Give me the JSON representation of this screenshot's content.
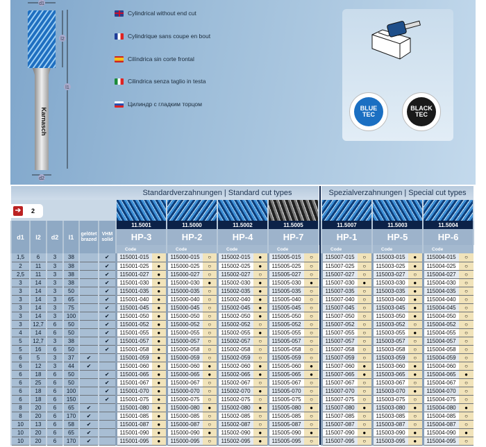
{
  "product": {
    "brand": "Karnasch",
    "dim_labels": {
      "d1": "d1",
      "l2": "l2",
      "l1": "l1",
      "d2": "d2"
    }
  },
  "descriptions": [
    {
      "lang": "en",
      "flag": "uk-flag-icon",
      "text": "Cylindrical without end cut"
    },
    {
      "lang": "fr",
      "flag": "france-flag-icon",
      "text": "Cylindrique sans coupe en bout"
    },
    {
      "lang": "es",
      "flag": "spain-flag-icon",
      "text": "Cilíndrica sin corte frontal"
    },
    {
      "lang": "it",
      "flag": "italy-flag-icon",
      "text": "Cilindrica senza taglio in testa"
    },
    {
      "lang": "ru",
      "flag": "russia-flag-icon",
      "text": "Цилиндр с гладким торцом"
    }
  ],
  "seals": [
    {
      "line1": "BLUE",
      "line2": "TEC",
      "color": "#1b6fc2"
    },
    {
      "line1": "BLACK",
      "line2": "TEC",
      "color": "#1a1a1a"
    }
  ],
  "table": {
    "page_badge": "2",
    "groups": [
      {
        "title": "Standardverzahnungen | Standard cut types"
      },
      {
        "title": "Spezialverzahnungen | Special cut types"
      }
    ],
    "headers": {
      "d1": "d1",
      "l2": "l2",
      "d2": "d2",
      "l1": "l1",
      "brazed": "gelötet brazed",
      "solid": "VHM solid",
      "code": "Code"
    },
    "columns": [
      {
        "article": "11.5001",
        "type": "HP-3"
      },
      {
        "article": "11.5000",
        "type": "HP-2"
      },
      {
        "article": "11.5002",
        "type": "HP-4"
      },
      {
        "article": "11.5005",
        "type": "HP-7"
      },
      {
        "article": "11.5007",
        "type": "HP-1"
      },
      {
        "article": "11.5003",
        "type": "HP-5"
      },
      {
        "article": "11.5004",
        "type": "HP-6"
      }
    ],
    "check": "✔",
    "dot_filled": "●",
    "dot_empty": "○",
    "rows": [
      {
        "d1": "1,5",
        "l2": "6",
        "d2": "3",
        "l1": "38",
        "brazed": false,
        "solid": true,
        "codes": [
          "115001-015",
          "115000-015",
          "115002-015",
          "115005-015",
          "115007-015",
          "115003-015",
          "115004-015"
        ],
        "stock": [
          1,
          0,
          1,
          0,
          0,
          1,
          0
        ]
      },
      {
        "d1": "2",
        "l2": "11",
        "d2": "3",
        "l1": "38",
        "brazed": false,
        "solid": true,
        "codes": [
          "115001-025",
          "115000-025",
          "115002-025",
          "115005-025",
          "115007-025",
          "115003-025",
          "115004-025"
        ],
        "stock": [
          1,
          0,
          1,
          0,
          0,
          1,
          0
        ]
      },
      {
        "d1": "2,5",
        "l2": "11",
        "d2": "3",
        "l1": "38",
        "brazed": false,
        "solid": true,
        "codes": [
          "115001-027",
          "115000-027",
          "115002-027",
          "115005-027",
          "115007-027",
          "115003-027",
          "115004-027"
        ],
        "stock": [
          1,
          0,
          0,
          0,
          0,
          0,
          0
        ]
      },
      {
        "d1": "3",
        "l2": "14",
        "d2": "3",
        "l1": "38",
        "brazed": false,
        "solid": true,
        "codes": [
          "115001-030",
          "115000-030",
          "115002-030",
          "115005-030",
          "115007-030",
          "115003-030",
          "115004-030"
        ],
        "stock": [
          1,
          1,
          1,
          1,
          1,
          1,
          0
        ]
      },
      {
        "d1": "3",
        "l2": "14",
        "d2": "3",
        "l1": "50",
        "brazed": false,
        "solid": true,
        "codes": [
          "115001-035",
          "115000-035",
          "115002-035",
          "115005-035",
          "115007-035",
          "115003-035",
          "115004-035"
        ],
        "stock": [
          1,
          0,
          1,
          0,
          0,
          1,
          0
        ]
      },
      {
        "d1": "3",
        "l2": "14",
        "d2": "3",
        "l1": "65",
        "brazed": false,
        "solid": true,
        "codes": [
          "115001-040",
          "115000-040",
          "115002-040",
          "115005-040",
          "115007-040",
          "115003-040",
          "115004-040"
        ],
        "stock": [
          1,
          0,
          1,
          0,
          0,
          1,
          0
        ]
      },
      {
        "d1": "3",
        "l2": "14",
        "d2": "3",
        "l1": "75",
        "brazed": false,
        "solid": true,
        "codes": [
          "115001-045",
          "115000-045",
          "115002-045",
          "115005-045",
          "115007-045",
          "115003-045",
          "115004-045"
        ],
        "stock": [
          1,
          0,
          1,
          0,
          0,
          1,
          0
        ]
      },
      {
        "d1": "3",
        "l2": "14",
        "d2": "3",
        "l1": "100",
        "brazed": false,
        "solid": true,
        "codes": [
          "115001-050",
          "115000-050",
          "115002-050",
          "115005-050",
          "115007-050",
          "115003-050",
          "115004-050"
        ],
        "stock": [
          1,
          0,
          1,
          0,
          0,
          1,
          0
        ]
      },
      {
        "d1": "3",
        "l2": "12,7",
        "d2": "6",
        "l1": "50",
        "brazed": false,
        "solid": true,
        "codes": [
          "115001-052",
          "115000-052",
          "115002-052",
          "115005-052",
          "115007-052",
          "115003-052",
          "115004-052"
        ],
        "stock": [
          1,
          0,
          0,
          0,
          0,
          0,
          0
        ]
      },
      {
        "d1": "4",
        "l2": "14",
        "d2": "6",
        "l1": "50",
        "brazed": false,
        "solid": true,
        "codes": [
          "115001-055",
          "115000-055",
          "115002-055",
          "115005-055",
          "115007-055",
          "115003-055",
          "115004-055"
        ],
        "stock": [
          1,
          0,
          1,
          0,
          0,
          1,
          0
        ]
      },
      {
        "d1": "5",
        "l2": "12,7",
        "d2": "3",
        "l1": "38",
        "brazed": false,
        "solid": true,
        "codes": [
          "115001-057",
          "115000-057",
          "115002-057",
          "115005-057",
          "115007-057",
          "115003-057",
          "115004-057"
        ],
        "stock": [
          1,
          0,
          0,
          0,
          0,
          0,
          0
        ]
      },
      {
        "d1": "5",
        "l2": "16",
        "d2": "6",
        "l1": "50",
        "brazed": false,
        "solid": true,
        "codes": [
          "115001-058",
          "115000-058",
          "115002-058",
          "115005-058",
          "115007-058",
          "115003-058",
          "115004-058"
        ],
        "stock": [
          1,
          0,
          0,
          0,
          0,
          0,
          0
        ]
      },
      {
        "d1": "6",
        "l2": "5",
        "d2": "3",
        "l1": "37",
        "brazed": true,
        "solid": false,
        "codes": [
          "115001-059",
          "115000-059",
          "115002-059",
          "115005-059",
          "115007-059",
          "115003-059",
          "115004-059"
        ],
        "stock": [
          1,
          0,
          0,
          0,
          0,
          0,
          0
        ]
      },
      {
        "d1": "6",
        "l2": "12",
        "d2": "3",
        "l1": "44",
        "brazed": true,
        "solid": false,
        "codes": [
          "115001-060",
          "115000-060",
          "115002-060",
          "115005-060",
          "115007-060",
          "115003-060",
          "115004-060"
        ],
        "stock": [
          1,
          1,
          1,
          1,
          1,
          1,
          0
        ]
      },
      {
        "d1": "6",
        "l2": "18",
        "d2": "6",
        "l1": "50",
        "brazed": false,
        "solid": true,
        "codes": [
          "115001-065",
          "115000-065",
          "115002-065",
          "115005-065",
          "115007-065",
          "115003-065",
          "115004-065"
        ],
        "stock": [
          1,
          1,
          1,
          1,
          1,
          1,
          1
        ]
      },
      {
        "d1": "6",
        "l2": "25",
        "d2": "6",
        "l1": "50",
        "brazed": false,
        "solid": true,
        "codes": [
          "115001-067",
          "115000-067",
          "115002-067",
          "115005-067",
          "115007-067",
          "115003-067",
          "115004-067"
        ],
        "stock": [
          1,
          0,
          0,
          0,
          0,
          0,
          0
        ]
      },
      {
        "d1": "6",
        "l2": "18",
        "d2": "6",
        "l1": "100",
        "brazed": false,
        "solid": true,
        "codes": [
          "115001-070",
          "115000-070",
          "115002-070",
          "115005-070",
          "115007-070",
          "115003-070",
          "115004-070"
        ],
        "stock": [
          1,
          0,
          1,
          0,
          0,
          1,
          0
        ]
      },
      {
        "d1": "6",
        "l2": "18",
        "d2": "6",
        "l1": "150",
        "brazed": false,
        "solid": true,
        "codes": [
          "115001-075",
          "115000-075",
          "115002-075",
          "115005-075",
          "115007-075",
          "115003-075",
          "115004-075"
        ],
        "stock": [
          1,
          0,
          0,
          0,
          0,
          0,
          0
        ]
      },
      {
        "d1": "8",
        "l2": "20",
        "d2": "6",
        "l1": "65",
        "brazed": true,
        "solid": false,
        "codes": [
          "115001-080",
          "115000-080",
          "115002-080",
          "115005-080",
          "115007-080",
          "115003-080",
          "115004-080"
        ],
        "stock": [
          1,
          1,
          1,
          1,
          1,
          1,
          1
        ]
      },
      {
        "d1": "8",
        "l2": "20",
        "d2": "6",
        "l1": "170",
        "brazed": true,
        "solid": false,
        "codes": [
          "115001-085",
          "115000-085",
          "115002-085",
          "115005-085",
          "115007-085",
          "115003-085",
          "115004-085"
        ],
        "stock": [
          1,
          0,
          0,
          0,
          0,
          0,
          0
        ]
      },
      {
        "d1": "10",
        "l2": "13",
        "d2": "6",
        "l1": "58",
        "brazed": true,
        "solid": false,
        "codes": [
          "115001-087",
          "115000-087",
          "115002-087",
          "115005-087",
          "115007-087",
          "115003-087",
          "115004-087"
        ],
        "stock": [
          1,
          0,
          0,
          0,
          0,
          0,
          0
        ]
      },
      {
        "d1": "10",
        "l2": "20",
        "d2": "6",
        "l1": "65",
        "brazed": true,
        "solid": false,
        "codes": [
          "115001-090",
          "115000-090",
          "115002-090",
          "115005-090",
          "115007-090",
          "115003-090",
          "115004-090"
        ],
        "stock": [
          1,
          1,
          1,
          1,
          1,
          1,
          1
        ]
      },
      {
        "d1": "10",
        "l2": "20",
        "d2": "6",
        "l1": "170",
        "brazed": true,
        "solid": false,
        "codes": [
          "115001-095",
          "115000-095",
          "115002-095",
          "115005-095",
          "115007-095",
          "115003-095",
          "115004-095"
        ],
        "stock": [
          1,
          0,
          1,
          0,
          0,
          1,
          0
        ]
      }
    ]
  }
}
